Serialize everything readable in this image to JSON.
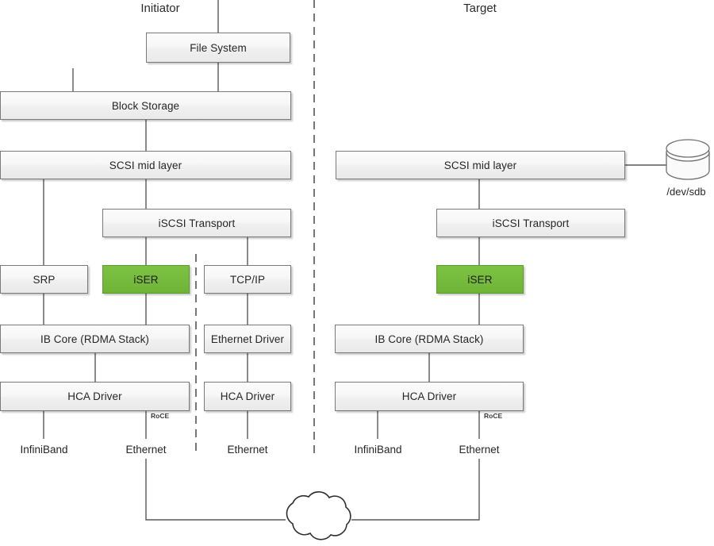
{
  "diagram": {
    "titles": {
      "initiator": "Initiator",
      "target": "Target"
    },
    "initiator": {
      "file_system": "File System",
      "block_storage": "Block Storage",
      "scsi_mid_layer": "SCSI mid layer",
      "iscsi_transport": "iSCSI Transport",
      "srp": "SRP",
      "iser": "iSER",
      "tcp_ip": "TCP/IP",
      "ib_core": "IB Core (RDMA Stack)",
      "ethernet_driver": "Ethernet Driver",
      "hca_driver_ib": "HCA Driver",
      "hca_driver_eth": "HCA Driver",
      "roce": "RoCE",
      "net_infiniband": "InfiniBand",
      "net_ethernet_roce": "Ethernet",
      "net_ethernet_tcp": "Ethernet"
    },
    "target": {
      "scsi_mid_layer": "SCSI mid layer",
      "iscsi_transport": "iSCSI Transport",
      "iser": "iSER",
      "ib_core": "IB Core (RDMA Stack)",
      "hca_driver": "HCA Driver",
      "roce": "RoCE",
      "net_infiniband": "InfiniBand",
      "net_ethernet": "Ethernet",
      "disk_label": "/dev/sdb"
    },
    "colors": {
      "highlight_green": "#76bb3d",
      "box_border": "#7a7a7a",
      "box_fill": "#f4f4f4",
      "connector": "#595959",
      "text": "#262626",
      "background": "#ffffff"
    }
  }
}
